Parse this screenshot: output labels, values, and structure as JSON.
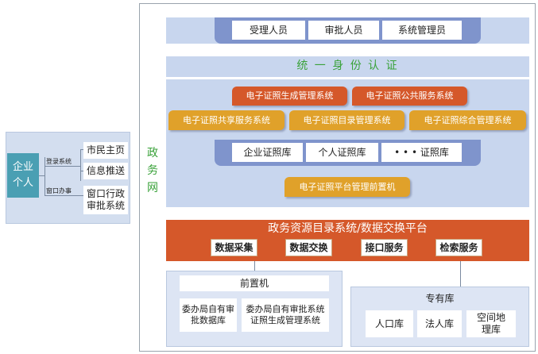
{
  "left_panel": {
    "actor": [
      "企业",
      "个人"
    ],
    "channel_login": "登录系统",
    "channel_window": "窗口办事",
    "items": [
      "市民主页",
      "信息推送",
      "窗口行政审批系统"
    ]
  },
  "gov_net_label": [
    "政",
    "务",
    "网"
  ],
  "roles": [
    "受理人员",
    "审批人员",
    "系统管理员"
  ],
  "unified_auth": "统 一 身 份 认 证",
  "orange_systems": [
    "电子证照生成管理系统",
    "电子证照公共服务系统"
  ],
  "gold_systems": [
    "电子证照共享服务系统",
    "电子证照目录管理系统",
    "电子证照综合管理系统"
  ],
  "libraries": [
    "企业证照库",
    "个人证照库",
    "• • • 证照库"
  ],
  "frontend_platform": "电子证照平台管理前置机",
  "exchange_platform": {
    "title": "政务资源目录系统/数据交换平台",
    "services": [
      "数据采集",
      "数据交换",
      "接口服务",
      "检索服务"
    ]
  },
  "front_machine": {
    "title": "前置机",
    "items": [
      "委办局自有审批数据库",
      "委办局自有审批系统证照生成管理系统"
    ]
  },
  "dedicated_db": {
    "title": "专有库",
    "items": [
      "人口库",
      "法人库",
      "空间地理库"
    ]
  },
  "colors": {
    "panel_blue": "#c8d6ee",
    "pale_blue": "#dde5f4",
    "orange": "#d5582a",
    "gold": "#e0a12a",
    "green_label": "#3aa23a",
    "actor_teal": "#4a9fb3"
  }
}
